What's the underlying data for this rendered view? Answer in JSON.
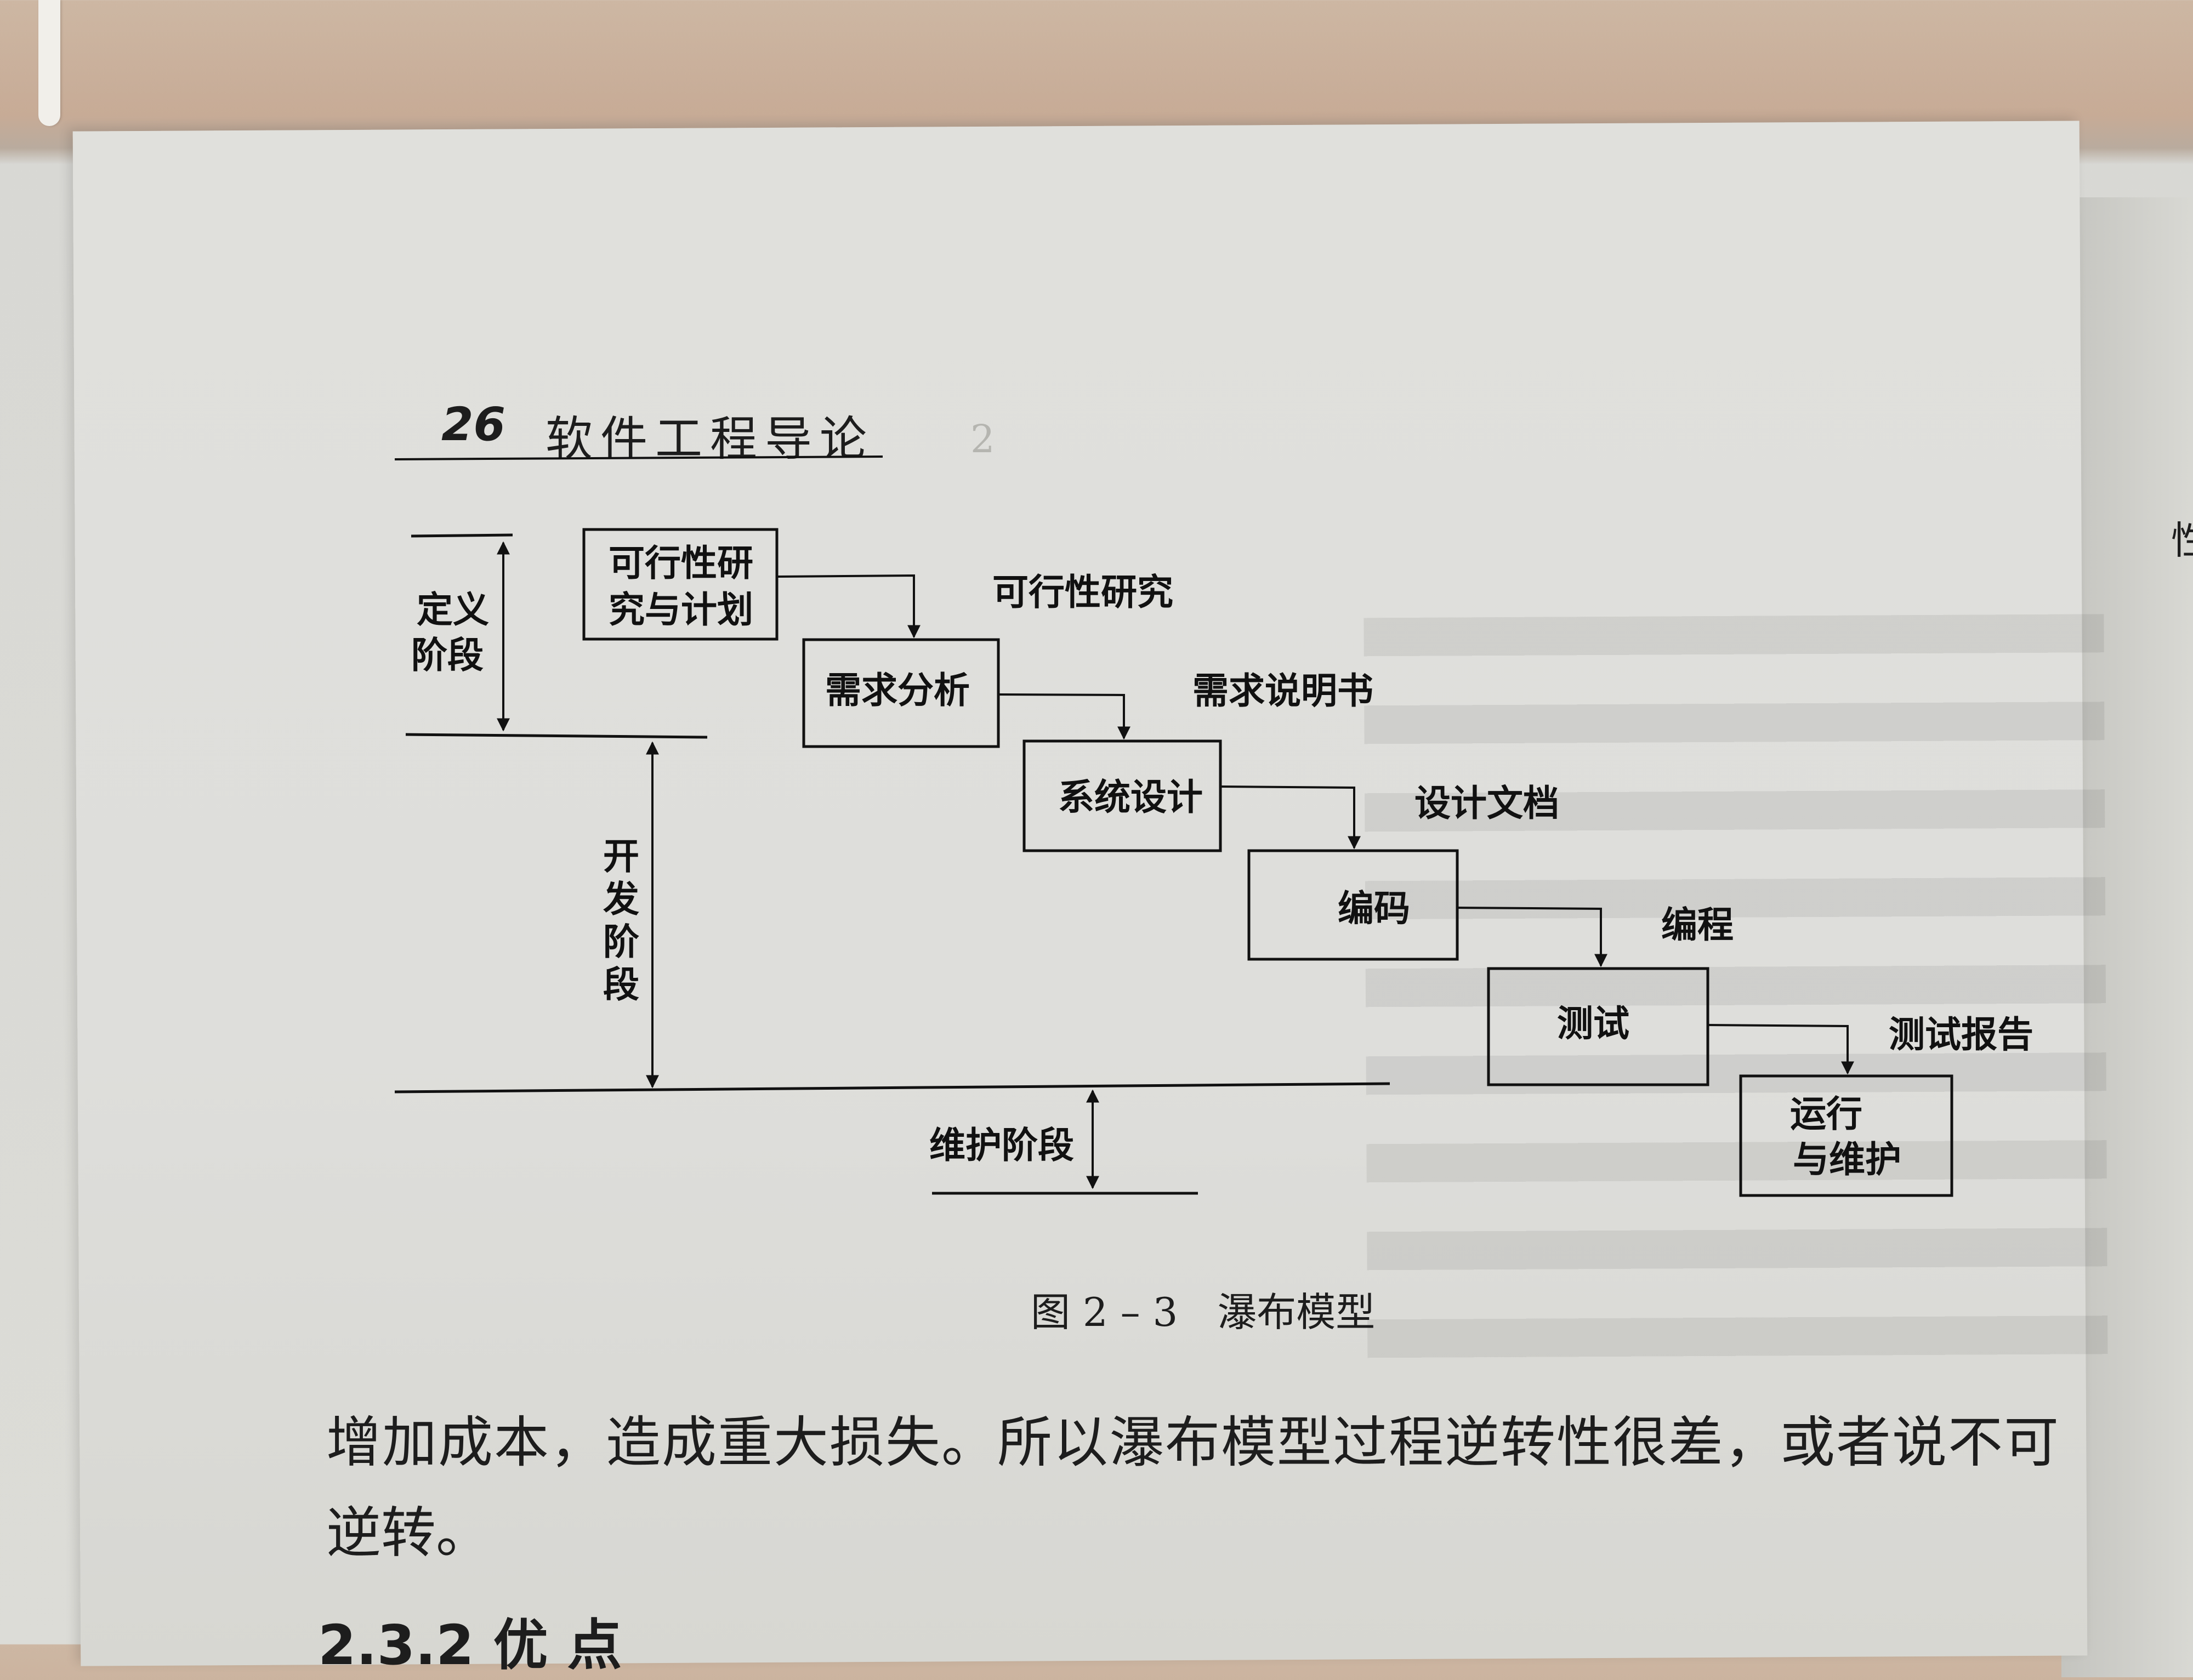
{
  "header": {
    "page_number": "26",
    "book_title": "软件工程导论",
    "ghost_number": "2"
  },
  "edge_char": "性",
  "diagram": {
    "phases": {
      "definition_line1": "定义",
      "definition_line2": "阶段",
      "development": [
        "开",
        "发",
        "阶",
        "段"
      ],
      "maintenance": "维护阶段"
    },
    "boxes": {
      "feasibility_line1": "可行性研",
      "feasibility_line2": "究与计划",
      "requirements": "需求分析",
      "system_design": "系统设计",
      "coding": "编码",
      "testing": "测试",
      "operation_line1": "运行",
      "operation_line2": "与维护"
    },
    "outputs": {
      "feasibility": "可行性研究",
      "requirements": "需求说明书",
      "design": "设计文档",
      "coding": "编程",
      "testing": "测试报告"
    }
  },
  "caption": "图 2 – 3　瀑布模型",
  "body": {
    "line1": "增加成本，造成重大损失。所以瀑布模型过程逆转性很差，或者说不可",
    "line2": "逆转。",
    "section_heading": "2.3.2  优  点"
  }
}
